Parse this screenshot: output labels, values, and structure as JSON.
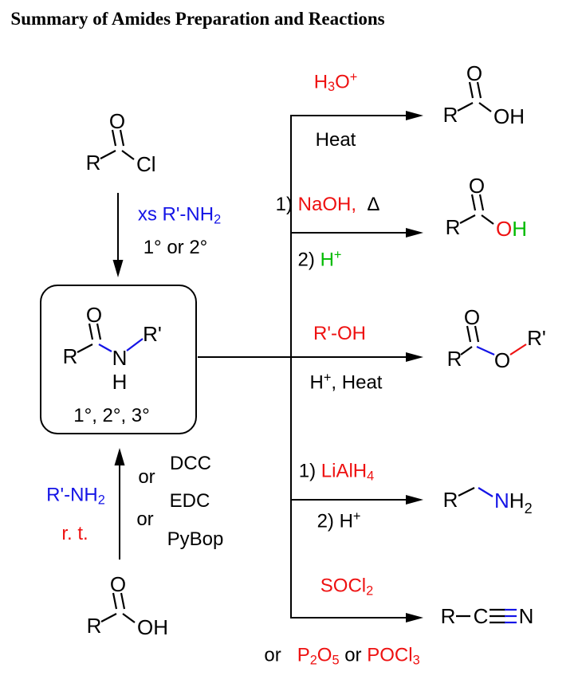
{
  "title": "Summary of Amides Preparation and Reactions",
  "colors": {
    "black": "#000000",
    "red": "#ee1111",
    "green": "#00bb00",
    "blue": "#1414e6"
  },
  "structures": {
    "acid_chloride": {
      "o": "O",
      "r": "R",
      "cl": "Cl"
    },
    "amide": {
      "o": "O",
      "r": "R",
      "n": "N",
      "h": "H",
      "rp": "R'"
    },
    "carboxylic_acid": {
      "o": "O",
      "r": "R",
      "oh": "OH"
    },
    "acid_hydrolysis": {
      "o": "O",
      "r": "R",
      "oh": "OH"
    },
    "acid_naoh": {
      "o": "O",
      "r": "R",
      "oh_o": "O",
      "oh_h": "H"
    },
    "ester": {
      "o": "O",
      "r": "R",
      "o2": "O",
      "rp": "R'"
    },
    "amine": {
      "r": "R",
      "n": "N",
      "h": "H",
      "h_sub": "2"
    },
    "nitrile": {
      "r": "R",
      "c": "C",
      "n": "N"
    }
  },
  "labels": {
    "xs_amine": [
      {
        "t": "xs R'-NH",
        "c": "blue"
      },
      {
        "t": "2",
        "v": "sub",
        "c": "blue"
      }
    ],
    "prim_sec": [
      {
        "t": "1° or 2°"
      }
    ],
    "box_classes": [
      {
        "t": "1°, 2°, 3°"
      }
    ],
    "amine_reagent": [
      {
        "t": "R'-NH",
        "c": "blue"
      },
      {
        "t": "2",
        "v": "sub",
        "c": "blue"
      }
    ],
    "rt": [
      {
        "t": "r. t.",
        "c": "red"
      }
    ],
    "or1": [
      {
        "t": "or"
      }
    ],
    "coupling_dcc": [
      {
        "t": "DCC"
      }
    ],
    "coupling_edc": [
      {
        "t": "EDC"
      }
    ],
    "or2": [
      {
        "t": "or"
      }
    ],
    "coupling_pybop": [
      {
        "t": "PyBop"
      }
    ],
    "b1_top": [
      {
        "t": "H",
        "c": "red"
      },
      {
        "t": "3",
        "v": "sub",
        "c": "red"
      },
      {
        "t": "O",
        "c": "red"
      },
      {
        "t": "+",
        "v": "sup",
        "c": "red"
      }
    ],
    "b1_bottom": [
      {
        "t": "Heat"
      }
    ],
    "b2_top": [
      {
        "t": "1) "
      },
      {
        "t": "NaOH,",
        "c": "red"
      },
      {
        "t": "  Δ"
      }
    ],
    "b2_bottom": [
      {
        "t": "2) "
      },
      {
        "t": "H",
        "c": "green"
      },
      {
        "t": "+",
        "v": "sup",
        "c": "green"
      }
    ],
    "b3_top": [
      {
        "t": "R'-OH",
        "c": "red"
      }
    ],
    "b3_bottom": [
      {
        "t": "H"
      },
      {
        "t": "+",
        "v": "sup"
      },
      {
        "t": ", Heat"
      }
    ],
    "b4_top": [
      {
        "t": "1) "
      },
      {
        "t": "LiAlH",
        "c": "red"
      },
      {
        "t": "4",
        "v": "sub",
        "c": "red"
      }
    ],
    "b4_bottom": [
      {
        "t": "2) H"
      },
      {
        "t": "+",
        "v": "sup"
      }
    ],
    "b5_top": [
      {
        "t": "SOCl",
        "c": "red"
      },
      {
        "t": "2",
        "v": "sub",
        "c": "red"
      }
    ],
    "b5_bottom": [
      {
        "t": "or   "
      },
      {
        "t": "P",
        "c": "red"
      },
      {
        "t": "2",
        "v": "sub",
        "c": "red"
      },
      {
        "t": "O",
        "c": "red"
      },
      {
        "t": "5",
        "v": "sub",
        "c": "red"
      },
      {
        "t": " or "
      },
      {
        "t": "POCl",
        "c": "red"
      },
      {
        "t": "3",
        "v": "sub",
        "c": "red"
      }
    ]
  }
}
